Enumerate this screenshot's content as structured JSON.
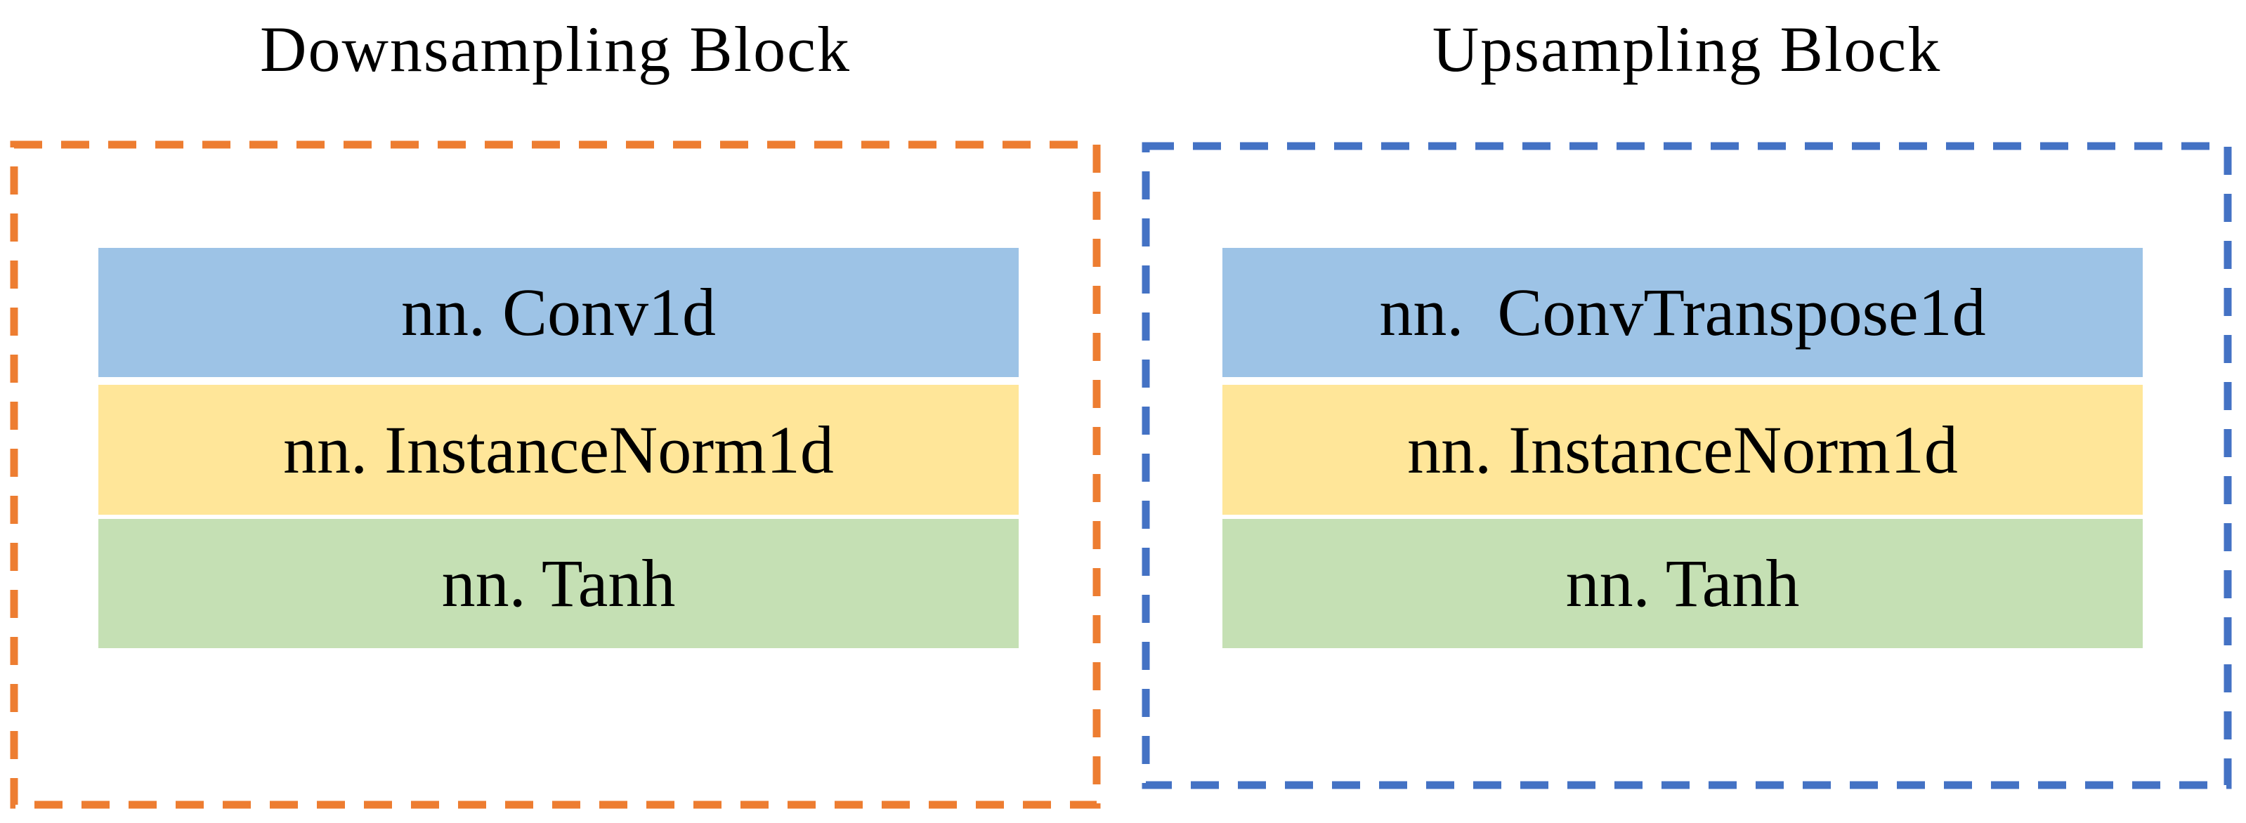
{
  "diagram": {
    "background": "#ffffff",
    "text_color": "#000000",
    "blocks": [
      {
        "title": "Downsampling Block",
        "border_color": "#ED7D31",
        "layers": [
          {
            "label": "nn. Conv1d",
            "color": "#9DC3E6"
          },
          {
            "label": "nn. InstanceNorm1d",
            "color": "#FFE699"
          },
          {
            "label": "nn. Tanh",
            "color": "#C5E0B4"
          }
        ]
      },
      {
        "title": "Upsampling Block",
        "border_color": "#4472C4",
        "layers": [
          {
            "label": "nn.  ConvTranspose1d",
            "color": "#9DC3E6"
          },
          {
            "label": "nn. InstanceNorm1d",
            "color": "#FFE699"
          },
          {
            "label": "nn. Tanh",
            "color": "#C5E0B4"
          }
        ]
      }
    ]
  }
}
